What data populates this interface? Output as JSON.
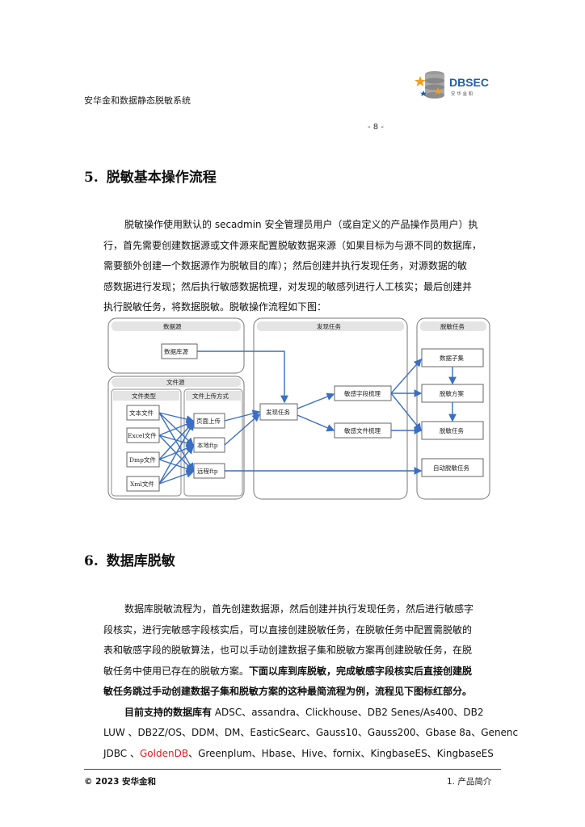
{
  "header": {
    "doc_title": "安华金和数据静态脱敏系统",
    "logo_text": "DBSEC",
    "logo_sub": "安 华 金 和",
    "page_number": "- 8 -"
  },
  "section5": {
    "number": "5.",
    "title": "脱敏基本操作流程",
    "lines": [
      "脱敏操作使用默认的 secadmin 安全管理员用户（或自定义的产品操作员用户）执",
      "行，首先需要创建数据源或文件源来配置脱敏数据来源（如果目标为与源不同的数据库，",
      "需要额外创建一个数据源作为脱敏目的库）；然后创建并执行发现任务，对源数据的敏",
      "感数据进行发现；然后执行敏感数据梳理，对发现的敏感列进行人工核实；最后创建并",
      "执行脱敏任务，将数据脱敏。脱敏操作流程如下图："
    ]
  },
  "diagram": {
    "panel_datasource": "数据源",
    "panel_discovery": "发现任务",
    "panel_masking": "脱敏任务",
    "box_database": "数据库源",
    "group_filesource": "文件源",
    "col_filetype": "文件类型",
    "col_upload": "文件上传方式",
    "file_types": [
      "文本文件",
      "Excel文件",
      "Dmp文件",
      "Xml文件"
    ],
    "upload_methods": [
      "页面上传",
      "本地ftp",
      "远程ftp"
    ],
    "box_discovery_task": "发现任务",
    "box_field_sort": "敏感字段梳理",
    "box_file_sort": "敏感文件梳理",
    "box_subset": "数据子集",
    "box_plan": "脱敏方案",
    "box_mask_task": "脱敏任务",
    "box_auto_task": "自动脱敏任务"
  },
  "section6": {
    "number": "6.",
    "title": "数据库脱敏",
    "line1": "数据库脱敏流程为，首先创建数据源，然后创建并执行发现任务，然后进行敏感字",
    "line2": "段核实，进行完敏感字段核实后，可以直接创建脱敏任务，在脱敏任务中配置需脱敏的",
    "line3": "表和敏感字段的脱敏算法，也可以手动创建数据子集和脱敏方案再创建脱敏任务，在脱",
    "line4_normal": "敏任务中使用已存在的脱敏方案。",
    "line4_bold": "下面以库到库脱敏，完成敏感字段核实后直接创建脱",
    "line5_bold": "敏任务跳过手动创建数据子集和脱敏方案的这种最简流程为例，流程见下图标红部分。",
    "line6_bold": "目前支持的数据库有",
    "line6_normal": " ADSC、assandra、Clickhouse、DB2 Senes/As400、DB2",
    "line7": "LUW 、DB2Z/OS、DDM、DM、EasticSearc、Gauss10、Gauss200、Gbase 8a、Genenc",
    "line8_a": "JDBC 、",
    "line8_red": "GoldenDB",
    "line8_b": "、Greenplum、Hbase、Hive、fornix、KingbaseES、KingbaseES"
  },
  "footer": {
    "left": "© 2023 安华金和",
    "right": "1. 产品简介"
  },
  "colors": {
    "arrow_blue": "#3a6fc4",
    "highlight_red": "#e31b1b",
    "logo_orange": "#f0a020",
    "logo_blue": "#1f5fa8"
  }
}
